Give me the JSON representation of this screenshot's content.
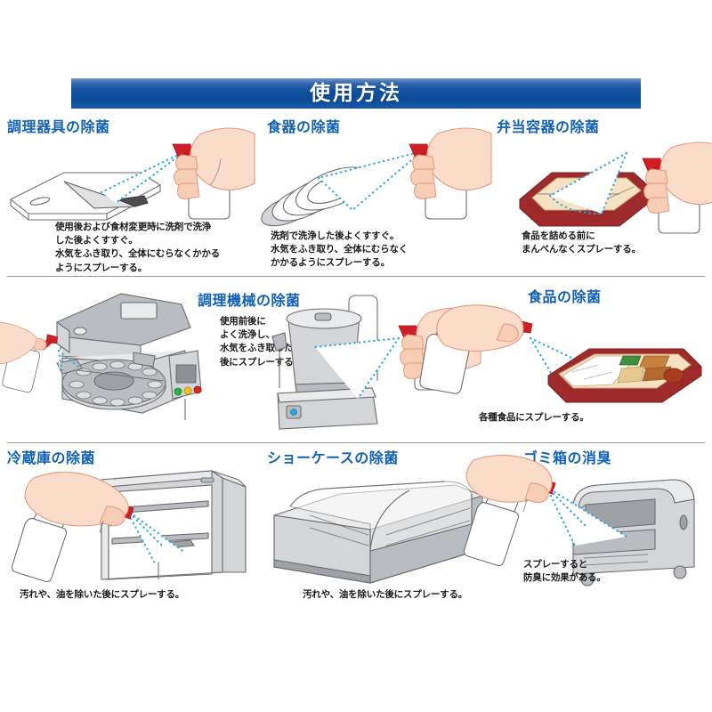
{
  "header": {
    "title": "使用方法",
    "banner_color": "#11539f",
    "title_color": "#ffffff"
  },
  "theme": {
    "heading_color": "#1161b6",
    "caption_color": "#1a1a1a",
    "spray_color": "#29a8e0",
    "nozzle_color": "#cf1f26",
    "skin_color": "#fbdccb",
    "bento_color": "#9e2a2b",
    "divider_color": "#9a9a9a"
  },
  "sections": [
    {
      "id": "cooking-utensils",
      "title": "調理器具の除菌",
      "caption": "使用後および食材変更時に洗剤で洗浄\nした後よくすすぐ。\n水気をふき取り、全体にむらなくかかる\nようにスプレーする。",
      "illustration": "cutting-board-and-knife-with-spray-bottle"
    },
    {
      "id": "tableware",
      "title": "食器の除菌",
      "caption": "洗剤で洗浄した後よくすすぐ。\n水気をふき取り、全体にむらなく\nかかるようにスプレーする。",
      "illustration": "stacked-plates-with-spray-bottle"
    },
    {
      "id": "bento-container",
      "title": "弁当容器の除菌",
      "caption": "食品を詰める前に\nまんべんなくスプレーする。",
      "illustration": "empty-bento-box-with-spray-bottle"
    },
    {
      "id": "cooking-machinery",
      "title": "調理機械の除菌",
      "caption": "使用前後に\nよく洗浄し、\n水気をふき取った\n後にスプレーする。",
      "illustration": "food-processing-machine-and-cart-with-spray-bottle"
    },
    {
      "id": "foodstuff",
      "title": "食品の除菌",
      "caption": "各種食品にスプレーする。",
      "illustration": "filled-bento-box-with-spray-bottle"
    },
    {
      "id": "refrigerator",
      "title": "冷蔵庫の除菌",
      "caption": "汚れや、油を除いた後にスプレーする。",
      "illustration": "open-commercial-refrigerator-with-spray-bottle"
    },
    {
      "id": "showcase",
      "title": "ショーケースの除菌",
      "caption": "汚れや、油を除いた後にスプレーする。",
      "illustration": "curved-glass-display-showcase"
    },
    {
      "id": "trash-bin",
      "title": "ゴミ箱の消臭",
      "caption": "スプレーすると\n防臭に効果がある。",
      "illustration": "wheeled-dumpster-with-spray-bottle"
    }
  ]
}
